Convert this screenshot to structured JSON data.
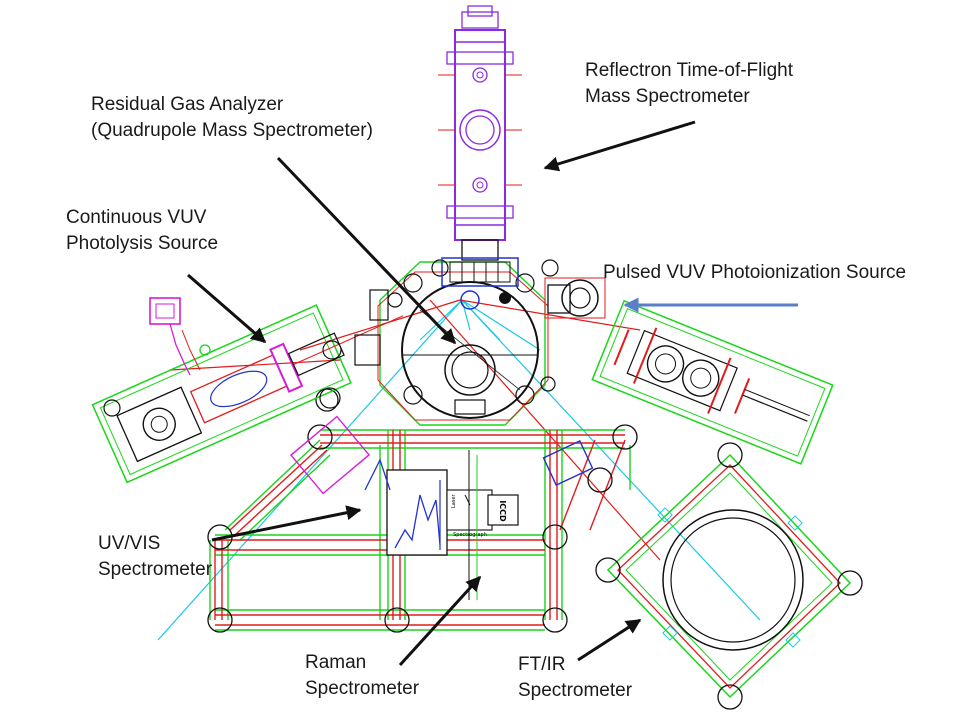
{
  "labels": {
    "reflectron": {
      "line1": "Reflectron Time-of-Flight",
      "line2": "Mass Spectrometer"
    },
    "rga": {
      "line1": "Residual Gas Analyzer",
      "line2": "(Quadrupole Mass Spectrometer)"
    },
    "continuous_vuv": {
      "line1": "Continuous VUV",
      "line2": "Photolysis Source"
    },
    "pulsed_vuv": {
      "line1": "Pulsed VUV Photoionization Source"
    },
    "uvvis": {
      "line1": "UV/VIS",
      "line2": "Spectrometer"
    },
    "raman": {
      "line1": "Raman",
      "line2": "Spectrometer"
    },
    "ftir": {
      "line1": "FT/IR",
      "line2": "Spectrometer"
    }
  },
  "inset_text": {
    "iccd": "ICCD",
    "laser": "Laser",
    "spectrograph": "Spectrograph"
  },
  "colors": {
    "green": "#19d619",
    "red": "#e01d1d",
    "magenta": "#d81bd8",
    "purple": "#8a2be2",
    "cyan": "#19c8e6",
    "blue": "#2233cc",
    "black": "#111111",
    "arrow_black": "#111111",
    "arrow_blue": "#5b7ec9"
  }
}
